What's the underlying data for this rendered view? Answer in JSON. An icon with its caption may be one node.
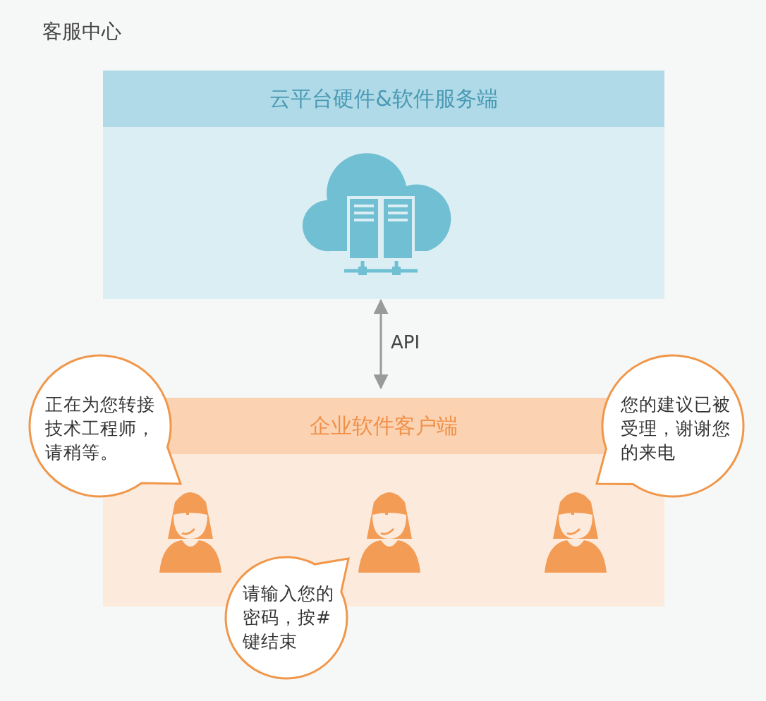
{
  "diagram": {
    "title": "客服中心",
    "nodes": [
      {
        "text": [
          "云平台硬件&软件服务端"
        ]
      },
      {
        "text": [
          "企业软件客户端"
        ]
      },
      {
        "text": [
          "正在为您转接技术工程师，请稍等。"
        ]
      },
      {
        "text": [
          "您的建议已被受理，谢谢您的来电"
        ]
      },
      {
        "text": [
          "请输入您的密码，按#键结束"
        ]
      }
    ],
    "edges": [
      {
        "from": 0,
        "to": 1,
        "arrow": "both",
        "label": "API"
      }
    ]
  }
}
